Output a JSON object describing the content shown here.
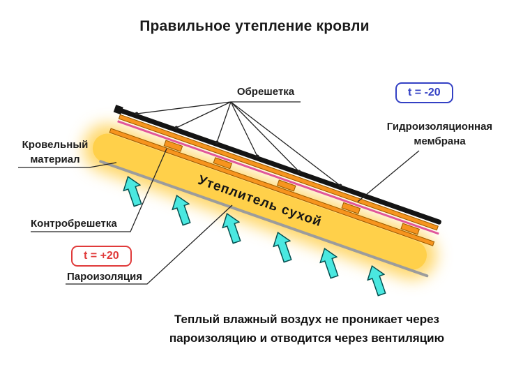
{
  "title": "Правильное утепление кровли",
  "labels": {
    "lathing": "Обрешетка",
    "waterproof_membrane": "Гидроизоляционная мембрана",
    "roofing_material": "Кровельный материал",
    "counter_lathing": "Контробрешетка",
    "vapor_barrier": "Пароизоляция",
    "insulation": "Утеплитель сухой"
  },
  "temperatures": {
    "outside": "t = -20",
    "inside": "t = +20"
  },
  "caption": {
    "line1": "Теплый влажный воздух не проникает через",
    "line2": "пароизоляцию и отводится через вентиляцию"
  },
  "colors": {
    "roof_black": "#141414",
    "orange": "#F7941E",
    "membrane_pink": "#E0559B",
    "yellow": "#FFD04A",
    "vapor_gray": "#9C9C9C",
    "arrow_cyan": "#4AE8E0",
    "temp_cold_blue": "#3340C4",
    "temp_warm_red": "#E03A3A",
    "line_dark": "#222222"
  }
}
